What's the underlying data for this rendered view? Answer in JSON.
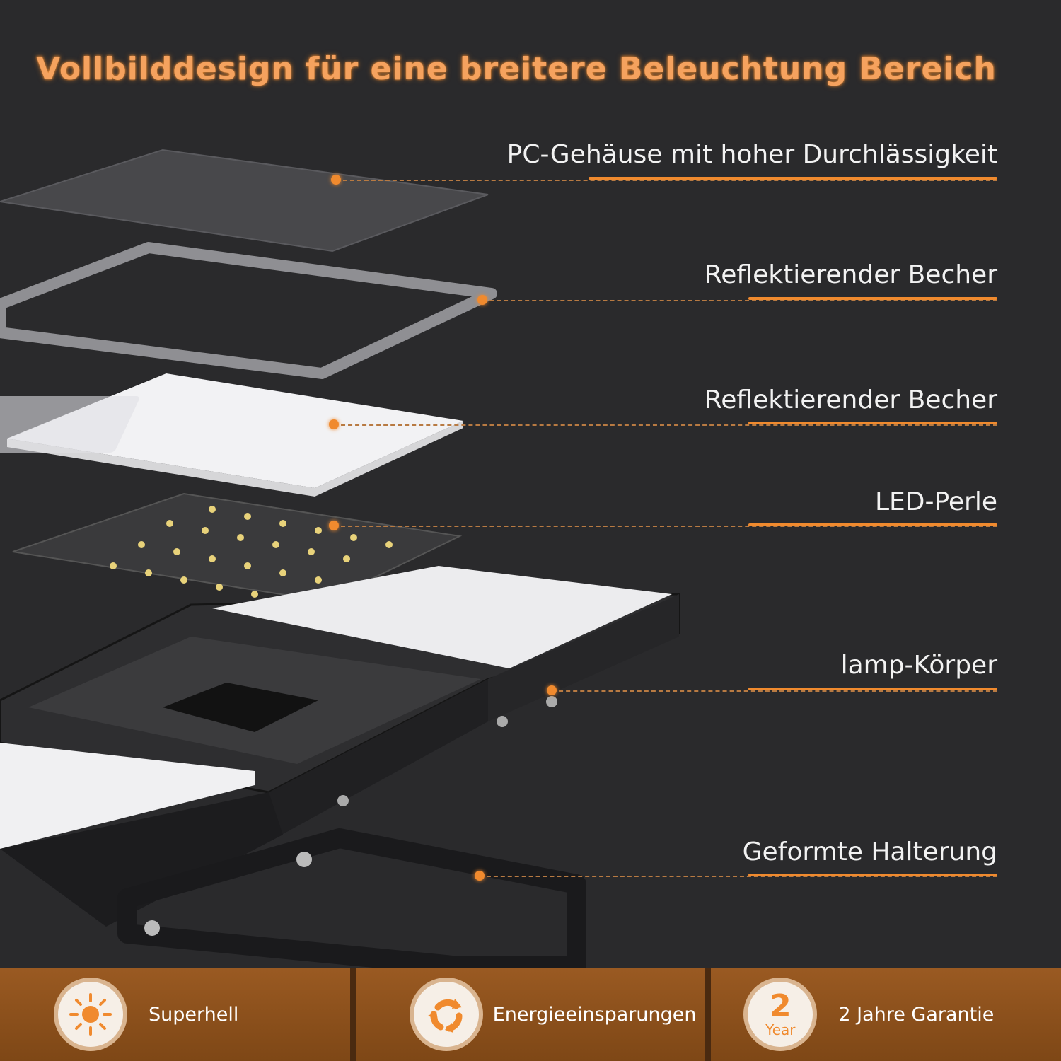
{
  "headline": "Vollbilddesign für eine breitere Beleuchtung Bereich",
  "components": [
    {
      "label": "PC-Gehäuse mit hoher Durchlässigkeit"
    },
    {
      "label": "Reflektierender Becher"
    },
    {
      "label": "Reflektierender Becher"
    },
    {
      "label": "LED-Perle"
    },
    {
      "label": "lamp-Körper"
    },
    {
      "label": "Geformte Halterung"
    }
  ],
  "features": [
    {
      "label": "Superhell",
      "icon": "sun-icon"
    },
    {
      "label": "Energieeinsparungen",
      "icon": "recycle-icon"
    },
    {
      "label": "2 Jahre Garantie",
      "icon": "warranty-icon",
      "badge_number": "2",
      "badge_word": "Year"
    }
  ],
  "colors": {
    "accent": "#f08a2e",
    "background": "#2a2a2c",
    "feature_bar": "#8a4f1c"
  }
}
